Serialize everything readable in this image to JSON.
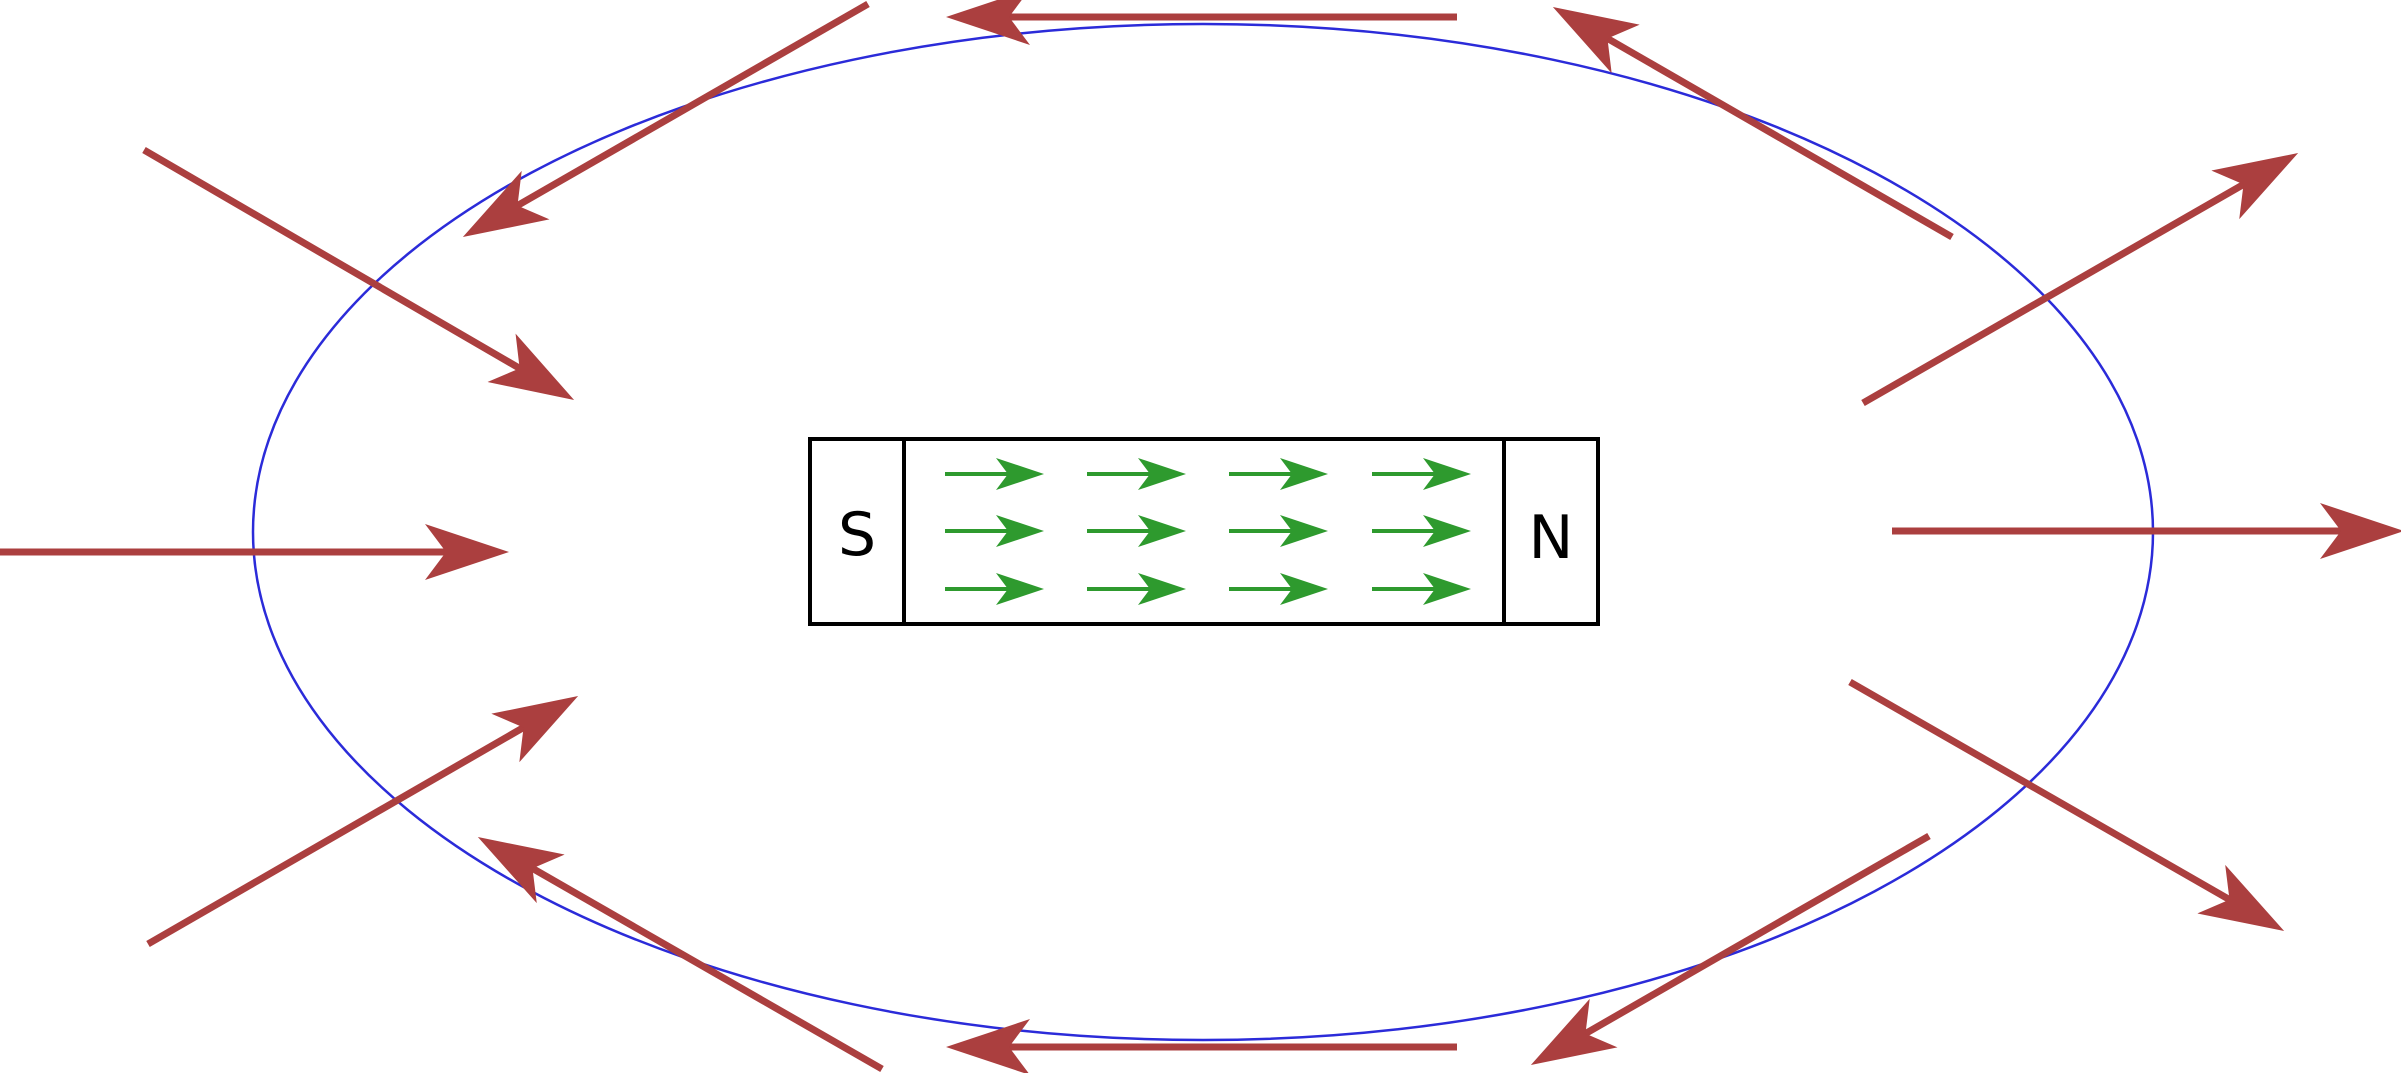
{
  "magnet": {
    "south_label": "S",
    "north_label": "N"
  },
  "colors": {
    "field_arrow": "#ab3f3f",
    "internal_arrow": "#2e9a2e",
    "gaussian_surface": "#2b2bd9",
    "magnet_outline": "#000000"
  },
  "internal_arrows": {
    "rows": 3,
    "columns": 4
  },
  "external_arrows": [
    "left-incoming",
    "upper-left-incoming",
    "lower-left-incoming",
    "top-left-outgoing",
    "bottom-left-outgoing",
    "top-leftward",
    "bottom-leftward",
    "top-right-outgoing",
    "bottom-right-outgoing",
    "upper-right-outgoing",
    "right-outgoing",
    "lower-right-outgoing"
  ]
}
